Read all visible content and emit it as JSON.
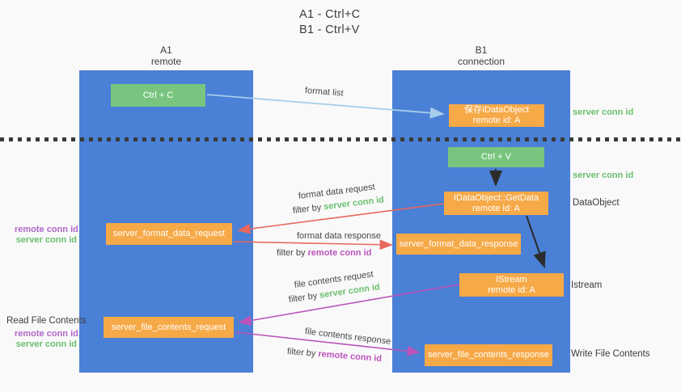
{
  "title": {
    "line1": "A1 - Ctrl+C",
    "line2": "B1 - Ctrl+V"
  },
  "columns": {
    "a1": {
      "name": "A1",
      "role": "remote"
    },
    "b1": {
      "name": "B1",
      "role": "connection"
    }
  },
  "nodes": {
    "ctrl_c": "Ctrl + C",
    "ctrl_v": "Ctrl + V",
    "save_dataobject": {
      "line1": "保存IDataObject",
      "line2": "remote id: A"
    },
    "getdata": {
      "line1": "IDataObject::GetData",
      "line2": "remote id: A"
    },
    "istream": {
      "line1": "IStream",
      "line2": "remote id: A"
    },
    "format_request": "server_format_data_request",
    "format_response": "server_format_data_response",
    "file_request": "server_file_contents_request",
    "file_response": "server_file_contents_response"
  },
  "side_labels": {
    "server_conn_id_top": "server conn id",
    "server_conn_id_mid": "server conn id",
    "dataobject": "DataObject",
    "istream": "Istream",
    "write_file_contents": "Write File Contents",
    "read_file_contents": "Read File Contents",
    "remote_conn_id_top": "remote conn id",
    "server_conn_id_left_top": "server conn id",
    "remote_conn_id_bottom": "remote conn id",
    "server_conn_id_left_bottom": "server conn id"
  },
  "arrow_labels": {
    "format_list": "format list",
    "format_data_request": "format data request",
    "format_data_response": "format data response",
    "file_contents_request": "file contents request",
    "file_contents_response": "file contents response",
    "filter_by": "filter by ",
    "server_conn_id": "server conn id",
    "remote_conn_id": "remote conn id"
  },
  "colors": {
    "background": "#f9f9f9",
    "column_blue": "#4a80d5",
    "node_green": "#79c57f",
    "node_orange": "#f6a947",
    "arrow_red": "#e8685c",
    "arrow_purple": "#bb55bb",
    "arrow_light_blue": "#a5cdeb",
    "arrow_black": "#2b2b2b",
    "label_green": "#6abf6e",
    "label_purple": "#b168ca",
    "text_dark": "#3c3c3c"
  }
}
